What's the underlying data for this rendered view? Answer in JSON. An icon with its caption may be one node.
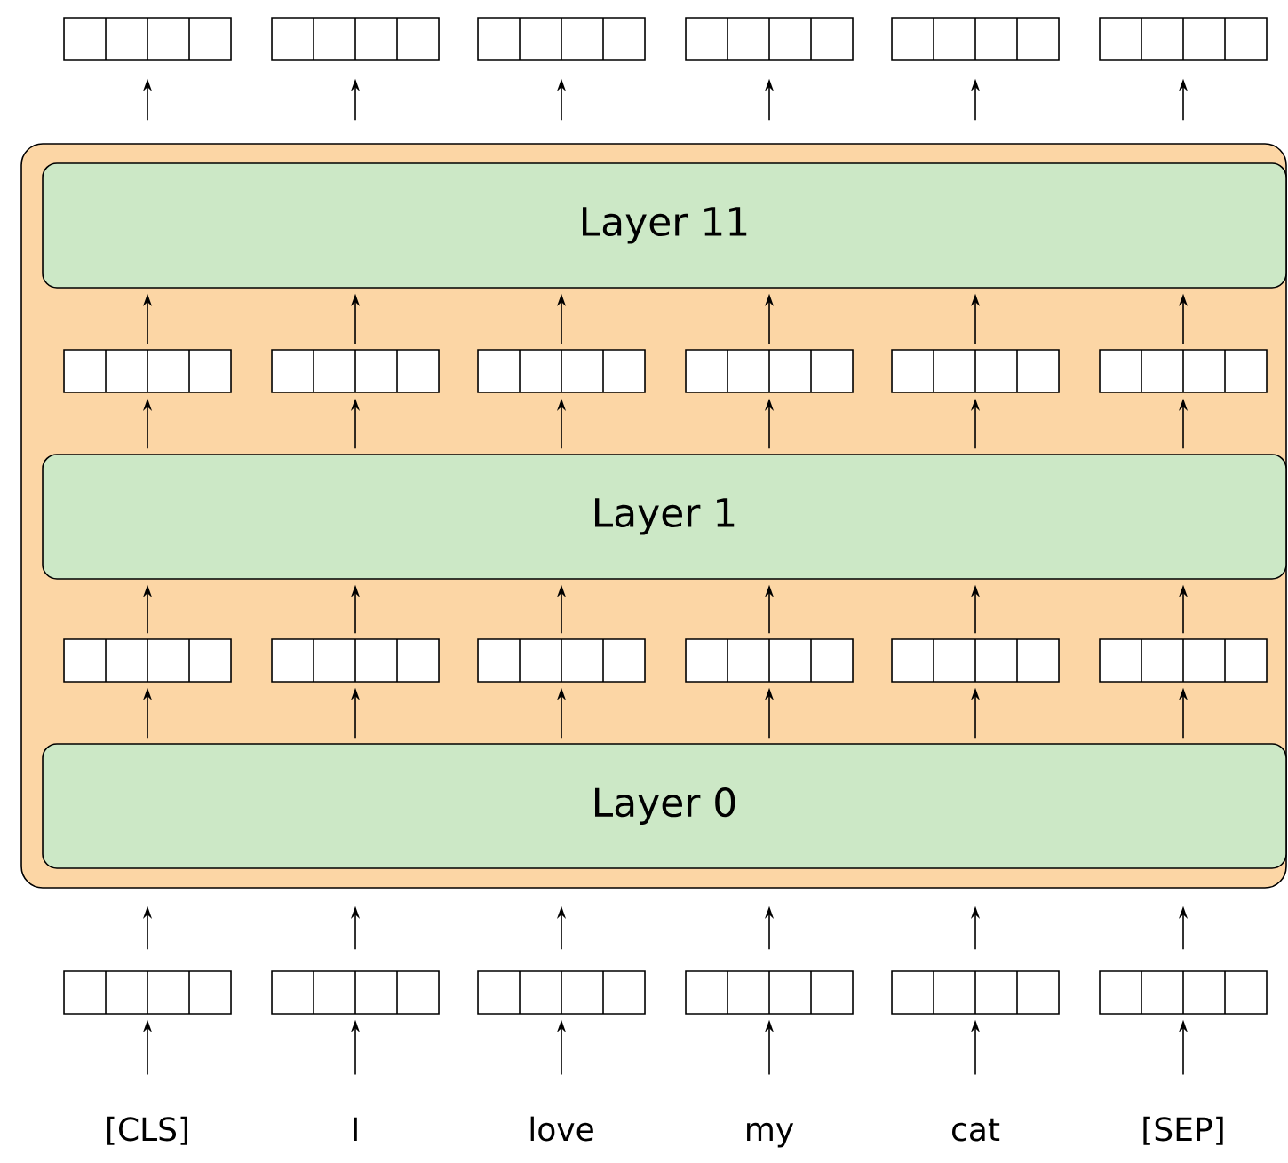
{
  "diagram": {
    "nodes": [
      {
        "text": [],
        "shape": "box"
      },
      {
        "text": [],
        "shape": "box"
      },
      {
        "text": [],
        "shape": "box"
      },
      {
        "text": [],
        "shape": "box"
      },
      {
        "text": [],
        "shape": "box"
      },
      {
        "text": [],
        "shape": "box"
      },
      {
        "text": [],
        "shape": "box"
      },
      {
        "text": [
          "Layer 11"
        ],
        "in": 6
      },
      {
        "text": [],
        "shape": "box",
        "in": 6
      },
      {
        "text": [],
        "shape": "box",
        "in": 6
      },
      {
        "text": [],
        "shape": "box",
        "in": 6
      },
      {
        "text": [],
        "shape": "box",
        "in": 6
      },
      {
        "text": [],
        "shape": "box",
        "in": 6
      },
      {
        "text": [],
        "shape": "box",
        "in": 6
      },
      {
        "text": [
          "Layer 1"
        ],
        "in": 6
      },
      {
        "text": [],
        "shape": "box",
        "in": 6
      },
      {
        "text": [],
        "shape": "box",
        "in": 6
      },
      {
        "text": [],
        "shape": "box",
        "in": 6
      },
      {
        "text": [],
        "shape": "box",
        "in": 6
      },
      {
        "text": [],
        "shape": "box",
        "in": 6
      },
      {
        "text": [],
        "shape": "box",
        "in": 6
      },
      {
        "text": [
          "Layer 0"
        ],
        "in": 6
      },
      {
        "text": [],
        "shape": "box"
      },
      {
        "text": [],
        "shape": "box"
      },
      {
        "text": [],
        "shape": "box"
      },
      {
        "text": [],
        "shape": "box"
      },
      {
        "text": [],
        "shape": "box"
      },
      {
        "text": [],
        "shape": "box"
      },
      {
        "text": [
          "[CLS]"
        ]
      },
      {
        "text": [
          "I"
        ]
      },
      {
        "text": [
          "love"
        ]
      },
      {
        "text": [
          "my"
        ]
      },
      {
        "text": [
          "cat"
        ]
      },
      {
        "text": [
          "[SEP]"
        ]
      }
    ],
    "edges": [
      {
        "from": 28,
        "to": 22,
        "arrow": "to"
      },
      {
        "from": 29,
        "to": 23,
        "arrow": "to"
      },
      {
        "from": 30,
        "to": 24,
        "arrow": "to"
      },
      {
        "from": 31,
        "to": 25,
        "arrow": "to"
      },
      {
        "from": 32,
        "to": 26,
        "arrow": "to"
      },
      {
        "from": 33,
        "to": 27,
        "arrow": "to"
      },
      {
        "from": 22,
        "to": 21,
        "arrow": "to"
      },
      {
        "from": 23,
        "to": 21,
        "arrow": "to"
      },
      {
        "from": 24,
        "to": 21,
        "arrow": "to"
      },
      {
        "from": 25,
        "to": 21,
        "arrow": "to"
      },
      {
        "from": 26,
        "to": 21,
        "arrow": "to"
      },
      {
        "from": 27,
        "to": 21,
        "arrow": "to"
      },
      {
        "from": 21,
        "to": 15,
        "arrow": "to"
      },
      {
        "from": 21,
        "to": 16,
        "arrow": "to"
      },
      {
        "from": 21,
        "to": 17,
        "arrow": "to"
      },
      {
        "from": 21,
        "to": 18,
        "arrow": "to"
      },
      {
        "from": 21,
        "to": 19,
        "arrow": "to"
      },
      {
        "from": 21,
        "to": 20,
        "arrow": "to"
      },
      {
        "from": 15,
        "to": 14,
        "arrow": "to"
      },
      {
        "from": 16,
        "to": 14,
        "arrow": "to"
      },
      {
        "from": 17,
        "to": 14,
        "arrow": "to"
      },
      {
        "from": 18,
        "to": 14,
        "arrow": "to"
      },
      {
        "from": 19,
        "to": 14,
        "arrow": "to"
      },
      {
        "from": 20,
        "to": 14,
        "arrow": "to"
      },
      {
        "from": 14,
        "to": 8,
        "arrow": "to"
      },
      {
        "from": 14,
        "to": 9,
        "arrow": "to"
      },
      {
        "from": 14,
        "to": 10,
        "arrow": "to"
      },
      {
        "from": 14,
        "to": 11,
        "arrow": "to"
      },
      {
        "from": 14,
        "to": 12,
        "arrow": "to"
      },
      {
        "from": 14,
        "to": 13,
        "arrow": "to"
      },
      {
        "from": 8,
        "to": 7,
        "arrow": "to"
      },
      {
        "from": 9,
        "to": 7,
        "arrow": "to"
      },
      {
        "from": 10,
        "to": 7,
        "arrow": "to"
      },
      {
        "from": 11,
        "to": 7,
        "arrow": "to"
      },
      {
        "from": 12,
        "to": 7,
        "arrow": "to"
      },
      {
        "from": 13,
        "to": 7,
        "arrow": "to"
      },
      {
        "from": 7,
        "to": 0,
        "arrow": "to"
      },
      {
        "from": 7,
        "to": 1,
        "arrow": "to"
      },
      {
        "from": 7,
        "to": 2,
        "arrow": "to"
      },
      {
        "from": 7,
        "to": 3,
        "arrow": "to"
      },
      {
        "from": 7,
        "to": 4,
        "arrow": "to"
      },
      {
        "from": 7,
        "to": 5,
        "arrow": "to"
      }
    ]
  }
}
